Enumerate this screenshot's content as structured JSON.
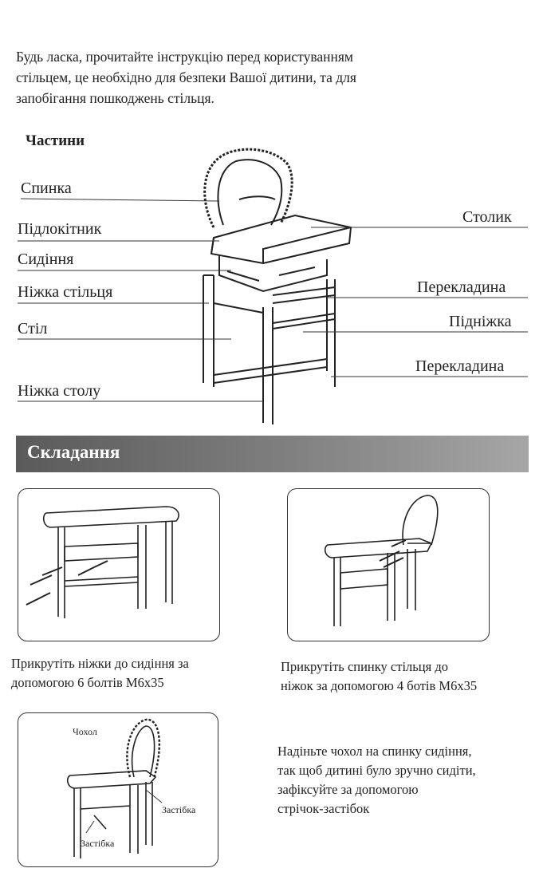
{
  "intro": {
    "line1": "Будь ласка, прочитайте інструкцію перед користуванням",
    "line2": "стільцем, це необхідно для безпеки Вашої дитини, та для",
    "line3": "запобігання пошкоджень стільця."
  },
  "parts": {
    "title": "Частини",
    "left": [
      "Спинка",
      "Підлокітник",
      "Сидіння",
      "Ніжка стільця",
      "Стіл",
      "Ніжка столу"
    ],
    "right": [
      "Столик",
      "Перекладина",
      "Підніжка",
      "Перекладина"
    ]
  },
  "assembly": {
    "title": "Складання",
    "step1": {
      "line1": "Прикрутіть ніжки до сидіння за",
      "line2": "допомогою 6 болтів М6х35"
    },
    "step2": {
      "line1": "Прикрутіть спинку стільця до",
      "line2": "ніжок за допомогою 4 ботів М6х35"
    },
    "step3": {
      "line1": "Надіньте чохол на спинку сидіння,",
      "line2": "так щоб дитині було зручно сидіти,",
      "line3": "зафіксуйте за допомогою",
      "line4": "стрічок-застібок",
      "cover_label": "Чохол",
      "fastener_label_1": "Застібка",
      "fastener_label_2": "Застібка"
    }
  }
}
